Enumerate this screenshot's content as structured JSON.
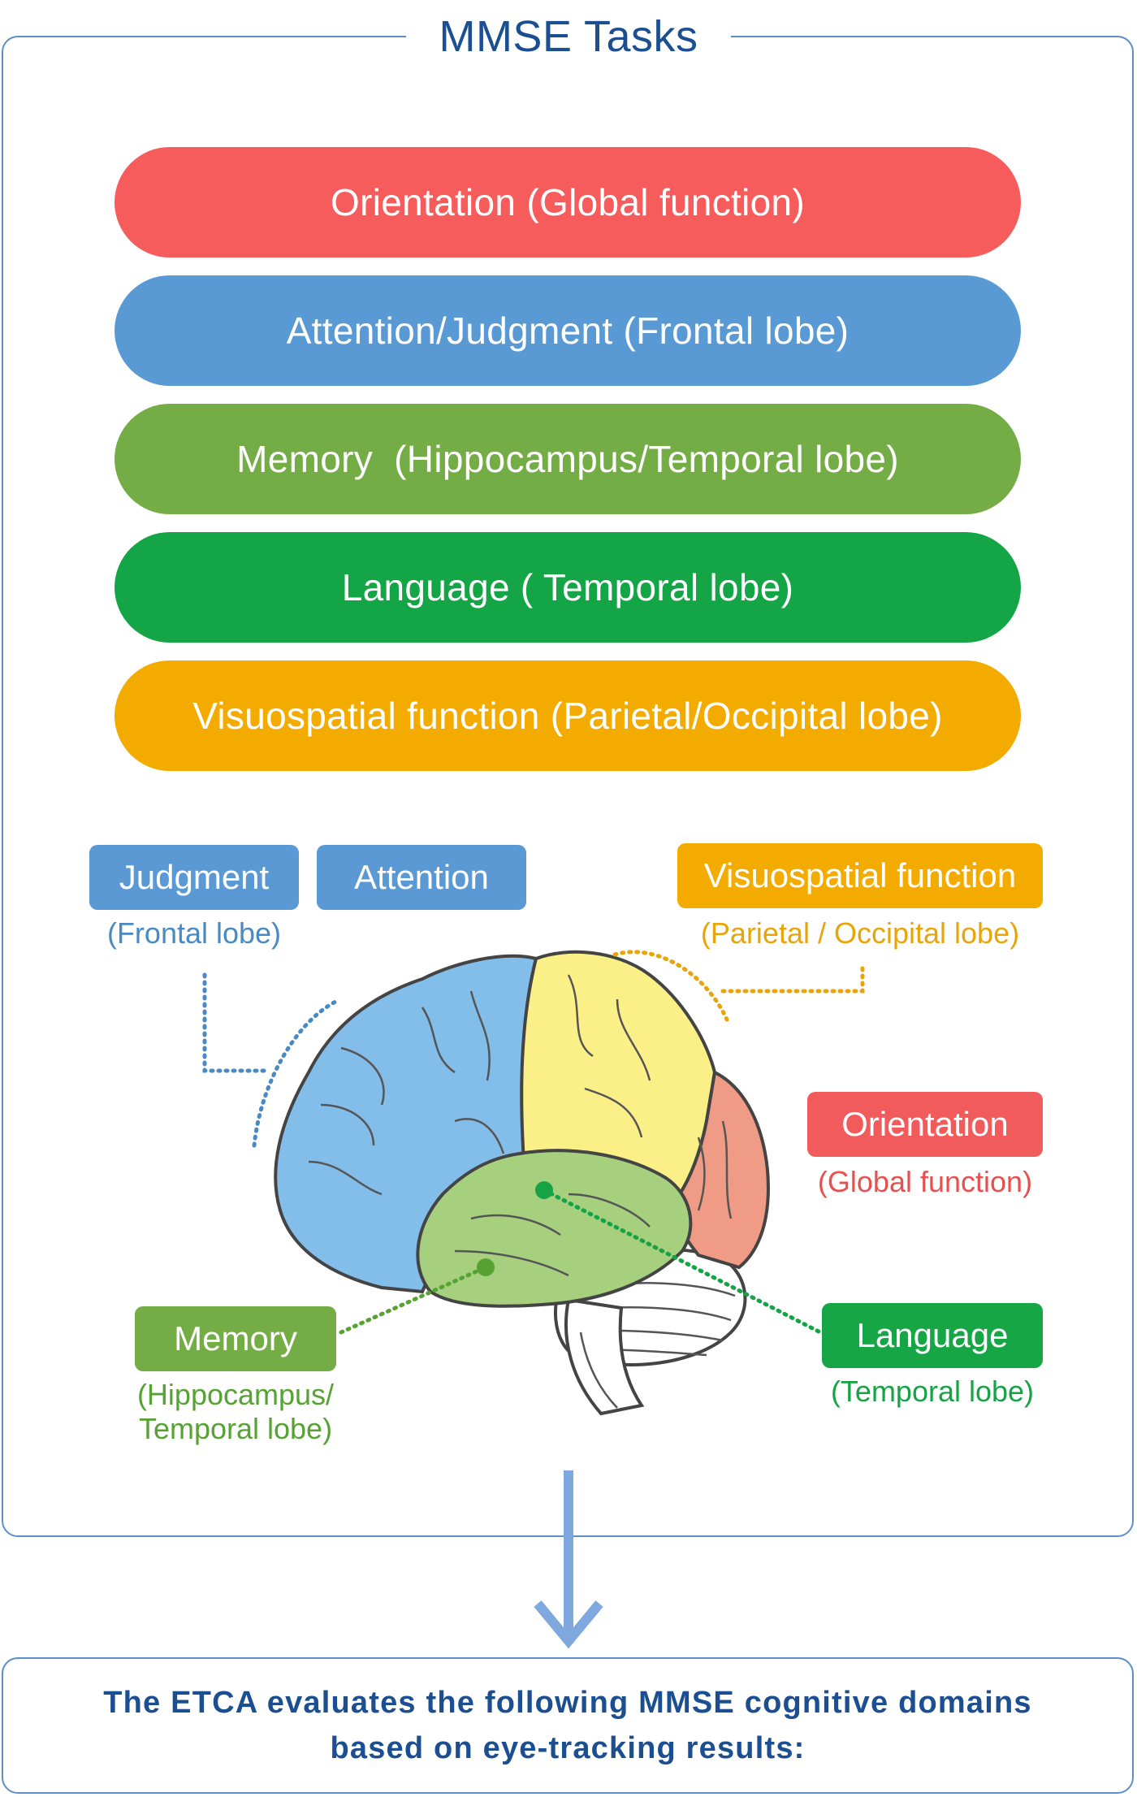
{
  "title": "MMSE Tasks",
  "tasks": [
    {
      "label": "Orientation (Global function)",
      "color": "#f75c5c"
    },
    {
      "label": "Attention/Judgment (Frontal lobe)",
      "color": "#5a9ad4"
    },
    {
      "label": "Memory  (Hippocampus/Temporal lobe)",
      "color": "#74ad45"
    },
    {
      "label": "Language ( Temporal lobe)",
      "color": "#14a646"
    },
    {
      "label": "Visuospatial function (Parietal/Occipital lobe)",
      "color": "#f4ab00"
    }
  ],
  "diagram": {
    "judgment": {
      "label": "Judgment",
      "sub": "(Frontal lobe)"
    },
    "attention": {
      "label": "Attention"
    },
    "visuospatial": {
      "label": "Visuospatial function",
      "sub": "(Parietal / Occipital lobe)"
    },
    "orientation": {
      "label": "Orientation",
      "sub": "(Global function)"
    },
    "memory": {
      "label": "Memory",
      "sub1": "(Hippocampus/",
      "sub2": "Temporal lobe)"
    },
    "language": {
      "label": "Language",
      "sub": "(Temporal lobe)"
    }
  },
  "bottom": {
    "line1": "The ETCA evaluates the following MMSE cognitive domains",
    "line2": "based on eye-tracking results:"
  },
  "colors": {
    "frame": "#5b8fc9",
    "title_text": "#1b4f91",
    "frontal": "#83bdea",
    "parietal": "#fbf087",
    "occipital": "#f09b85",
    "temporal": "#a6cf7e",
    "cerebellum": "#ffffff",
    "arrow": "#7fa9de"
  }
}
